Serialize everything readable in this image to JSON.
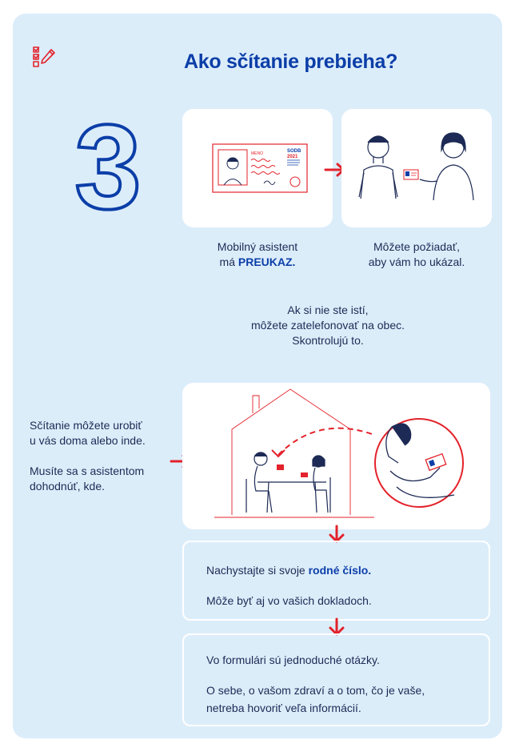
{
  "header": {
    "title": "Ako sčítanie prebieha?",
    "step_number": "3"
  },
  "id_card": {
    "label_name": "MENO",
    "badge_line1": "SODB",
    "badge_line2": "2021"
  },
  "captions": {
    "assistant_has_before": "Mobilný asistent",
    "assistant_has_mid": "má ",
    "assistant_has_strong": "PREUKAZ.",
    "ask_show_line1": "Môžete požiadať,",
    "ask_show_line2": "aby vám ho ukázal.",
    "not_sure_line1": "Ak si nie ste istí,",
    "not_sure_line2": "môžete zatelefonovať na obec.",
    "not_sure_line3": "Skontrolujú to."
  },
  "left_text": {
    "para1_line1": "Sčítanie môžete urobiť",
    "para1_line2": "u vás doma alebo inde.",
    "para2_line1": "Musíte sa s asistentom",
    "para2_line2": "dohodnúť, kde."
  },
  "box_birth_number": {
    "line1_before": "Nachystajte si svoje ",
    "line1_strong": "rodné číslo.",
    "line2": "Môže byť aj vo vašich dokladoch."
  },
  "box_questions": {
    "line1": "Vo formulári sú jednoduché otázky.",
    "line2": "O sebe, o vašom zdraví a o tom, čo je vaše,",
    "line3": "netreba hovoriť veľa informácií."
  },
  "colors": {
    "panel": "#dcedfa",
    "title": "#0b3ea8",
    "accent_red": "#e3222b",
    "outline_blue": "#0b3ea8",
    "text": "#1d2a55"
  }
}
